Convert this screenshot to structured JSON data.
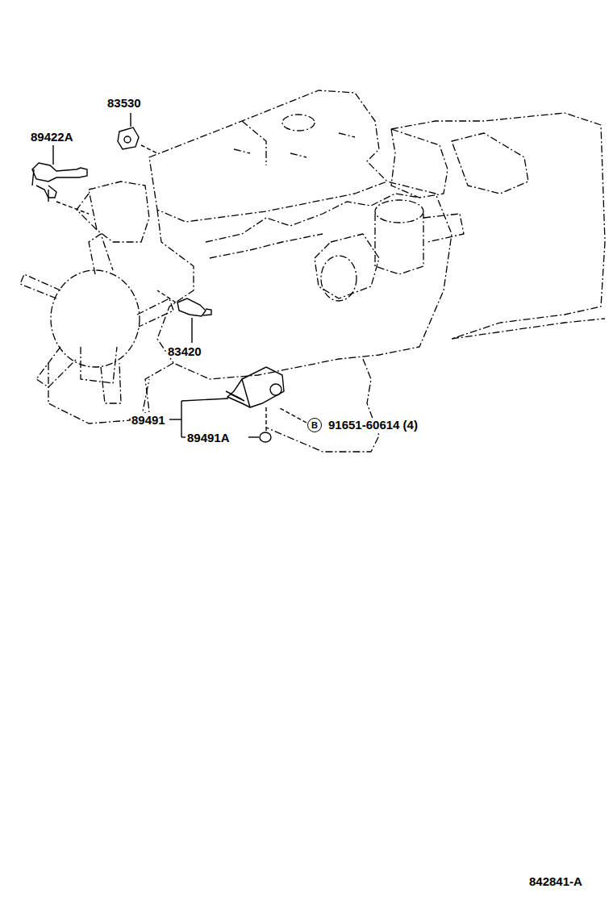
{
  "diagram": {
    "nodes": [
      {
        "text": [
          "B"
        ]
      }
    ],
    "labels": [
      "83530",
      "89422A",
      "83420",
      "89491",
      "89491A",
      "91651-60614 (4)",
      "842841-A"
    ]
  }
}
